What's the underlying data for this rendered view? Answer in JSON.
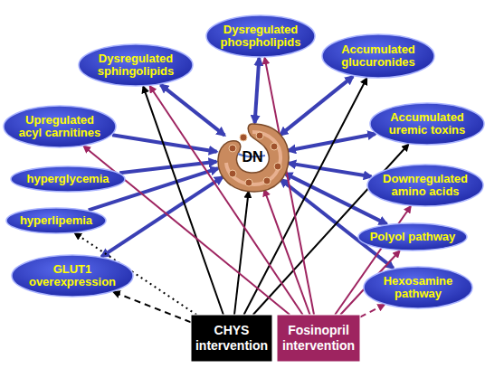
{
  "diagram": {
    "nodes": [
      {
        "text": [
          "Dysregulated sphingolipids"
        ]
      },
      {
        "text": [
          "Dysregulated phospholipids"
        ]
      },
      {
        "text": [
          "Accumulated glucuronides"
        ]
      },
      {
        "text": [
          "Upregulated acyl carnitines"
        ]
      },
      {
        "text": [
          "Accumulated uremic toxins"
        ]
      },
      {
        "text": [
          "hyperglycemia"
        ]
      },
      {
        "text": [
          "Downregulated amino acids"
        ]
      },
      {
        "text": [
          "hyperlipemia"
        ]
      },
      {
        "text": [
          "Polyol pathway"
        ]
      },
      {
        "text": [
          "GLUT1 overexpression"
        ]
      },
      {
        "text": [
          "Hexosamine pathway"
        ]
      },
      {
        "text": [
          "DN"
        ]
      },
      {
        "text": [
          "CHYS intervention"
        ]
      },
      {
        "text": [
          "Fosinopril intervention"
        ]
      }
    ],
    "edges": [
      {
        "from": 0,
        "to": 11,
        "arrow": "both"
      },
      {
        "from": 1,
        "to": 11,
        "arrow": "both"
      },
      {
        "from": 2,
        "to": 11,
        "arrow": "both"
      },
      {
        "from": 3,
        "to": 11,
        "arrow": "to"
      },
      {
        "from": 4,
        "to": 11,
        "arrow": "both"
      },
      {
        "from": 5,
        "to": 11,
        "arrow": "to"
      },
      {
        "from": 6,
        "to": 11,
        "arrow": "both"
      },
      {
        "from": 7,
        "to": 11,
        "arrow": "to"
      },
      {
        "from": 8,
        "to": 11,
        "arrow": "both"
      },
      {
        "from": 9,
        "to": 11,
        "arrow": "both"
      },
      {
        "from": 10,
        "to": 11,
        "arrow": "both"
      },
      {
        "from": 12,
        "to": 0,
        "arrow": "to"
      },
      {
        "from": 12,
        "to": 2,
        "arrow": "to"
      },
      {
        "from": 12,
        "to": 4,
        "arrow": "to"
      },
      {
        "from": 12,
        "to": 7,
        "arrow": "to"
      },
      {
        "from": 12,
        "to": 9,
        "arrow": "to"
      },
      {
        "from": 12,
        "to": 11,
        "arrow": "to"
      },
      {
        "from": 13,
        "to": 1,
        "arrow": "to"
      },
      {
        "from": 13,
        "to": 3,
        "arrow": "to"
      },
      {
        "from": 13,
        "to": 6,
        "arrow": "to"
      },
      {
        "from": 13,
        "to": 8,
        "arrow": "to"
      },
      {
        "from": 13,
        "to": 10,
        "arrow": "to"
      },
      {
        "from": 13,
        "to": 11,
        "arrow": "to"
      },
      {
        "from": 13,
        "to": 0,
        "arrow": "to"
      }
    ]
  }
}
